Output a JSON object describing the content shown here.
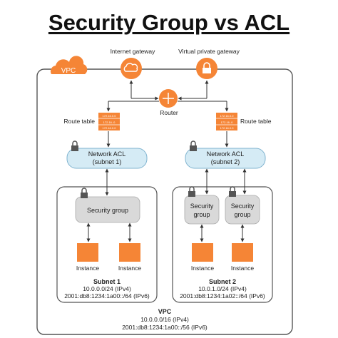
{
  "title": "Security Group vs ACL",
  "vpc_badge": "VPC",
  "internet_gateway": "Internet gateway",
  "virtual_private_gateway": "Virtual private gateway",
  "router": "Router",
  "route_table_left": "Route table",
  "route_table_right": "Route table",
  "route_table_entries": [
    "172.16.0.0",
    "172.16..0",
    "172.16.0.0"
  ],
  "nacl_left": {
    "line1": "Network ACL",
    "line2": "(subnet 1)"
  },
  "nacl_right": {
    "line1": "Network ACL",
    "line2": "(subnet 2)"
  },
  "subnet1": {
    "security_group": "Security group",
    "instances": [
      "Instance",
      "Instance"
    ],
    "name": "Subnet 1",
    "ipv4": "10.0.0.0/24 (IPv4)",
    "ipv6": "2001:db8:1234:1a00::/64 (IPv6)"
  },
  "subnet2": {
    "security_groups": [
      {
        "line1": "Security",
        "line2": "group"
      },
      {
        "line1": "Security",
        "line2": "group"
      }
    ],
    "instances": [
      "Instance",
      "Instance"
    ],
    "name": "Subnet 2",
    "ipv4": "10.0.1.0/24 (IPv4)",
    "ipv6": "2001:db8:1234:1a02::/64 (IPv6)"
  },
  "vpc": {
    "name": "VPC",
    "ipv4": "10.0.0.0/16 (IPv4)",
    "ipv6": "2001:db8:1234:1a00::/56 (IPv6)"
  },
  "colors": {
    "orange": "#f58536",
    "nacl_fill": "#d5ebf5",
    "nacl_stroke": "#7fb3cf",
    "sg_fill": "#d9d9d9",
    "lock": "#555555"
  }
}
